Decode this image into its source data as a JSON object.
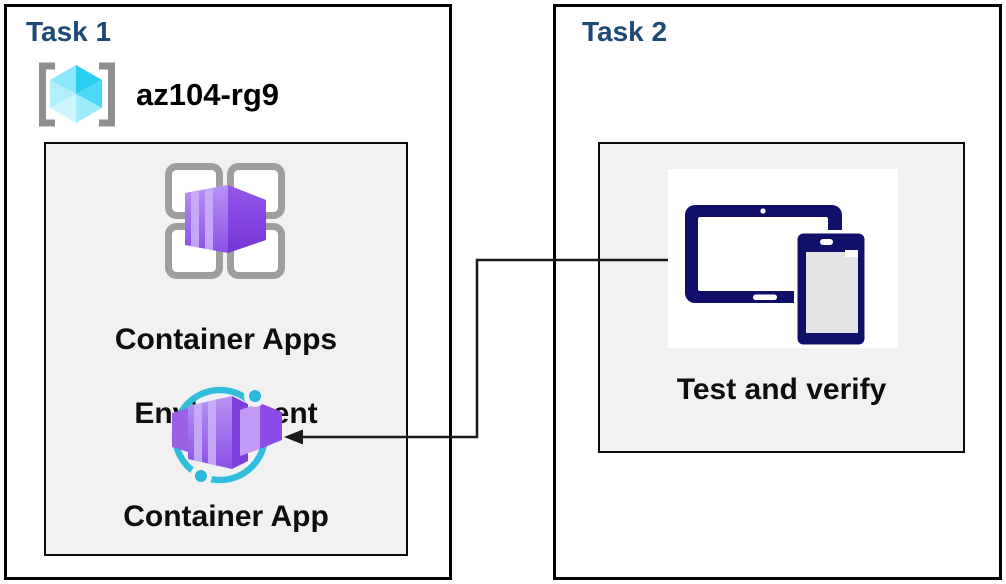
{
  "task1": {
    "title": "Task 1",
    "resource_group": {
      "icon": "resource-group-icon",
      "name": "az104-rg9"
    },
    "environment": {
      "icon": "container-apps-environment-icon",
      "label_line1": "Container Apps",
      "label_line2": "Environment"
    },
    "container_app": {
      "icon": "container-app-icon",
      "label": "Container App"
    }
  },
  "task2": {
    "title": "Task 2",
    "test_and_verify": {
      "icon": "devices-icon",
      "label": "Test and verify"
    }
  },
  "connector": {
    "from": "Test and verify",
    "to": "Container App",
    "style": "elbow-arrow"
  },
  "colors": {
    "title_text": "#1d4a75",
    "body_text": "#0d0d0d",
    "panel_background": "#f1f1f1",
    "box_border": "#000000",
    "accent_cyan": "#31bedd",
    "purple_front": "#ab7fee",
    "purple_dark": "#7c3edd",
    "device_navy": "#10106a",
    "frame_gray": "#9e9e9e",
    "cube_cyan": "#4cd9f6",
    "bracket_gray": "#8f8f8f"
  }
}
